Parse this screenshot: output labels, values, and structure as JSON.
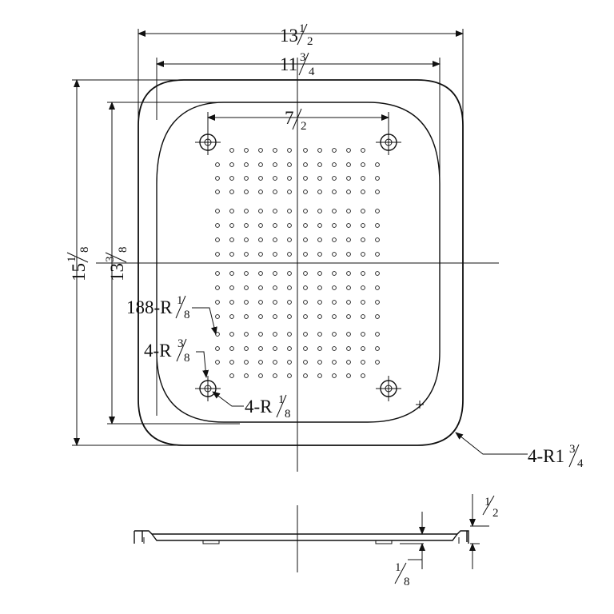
{
  "dimensions": {
    "overall_width": {
      "whole": "13",
      "num": "1",
      "den": "2"
    },
    "inner_width": {
      "whole": "11",
      "num": "3",
      "den": "4"
    },
    "mount_spacing": {
      "whole": "7",
      "num": "",
      "den": "2"
    },
    "overall_height": {
      "whole": "15",
      "num": "1",
      "den": "8"
    },
    "inner_height": {
      "whole": "13",
      "num": "3",
      "den": "8"
    },
    "thickness_top": {
      "whole": "",
      "num": "1",
      "den": "2"
    },
    "thickness_bottom": {
      "whole": "",
      "num": "1",
      "den": "8"
    }
  },
  "callouts": {
    "spray_holes": {
      "prefix": "188-R",
      "num": "1",
      "den": "8"
    },
    "mount_holes_outer": {
      "prefix": "4-R",
      "num": "3",
      "den": "8"
    },
    "mount_holes_inner": {
      "prefix": "4-R",
      "num": "1",
      "den": "8"
    },
    "corner_radius": {
      "prefix": "4-R1",
      "num": "3",
      "den": "4"
    }
  },
  "spray_hole_count": 188,
  "mount_hole_count": 4,
  "colors": {
    "line": "#111111",
    "background": "#ffffff"
  }
}
